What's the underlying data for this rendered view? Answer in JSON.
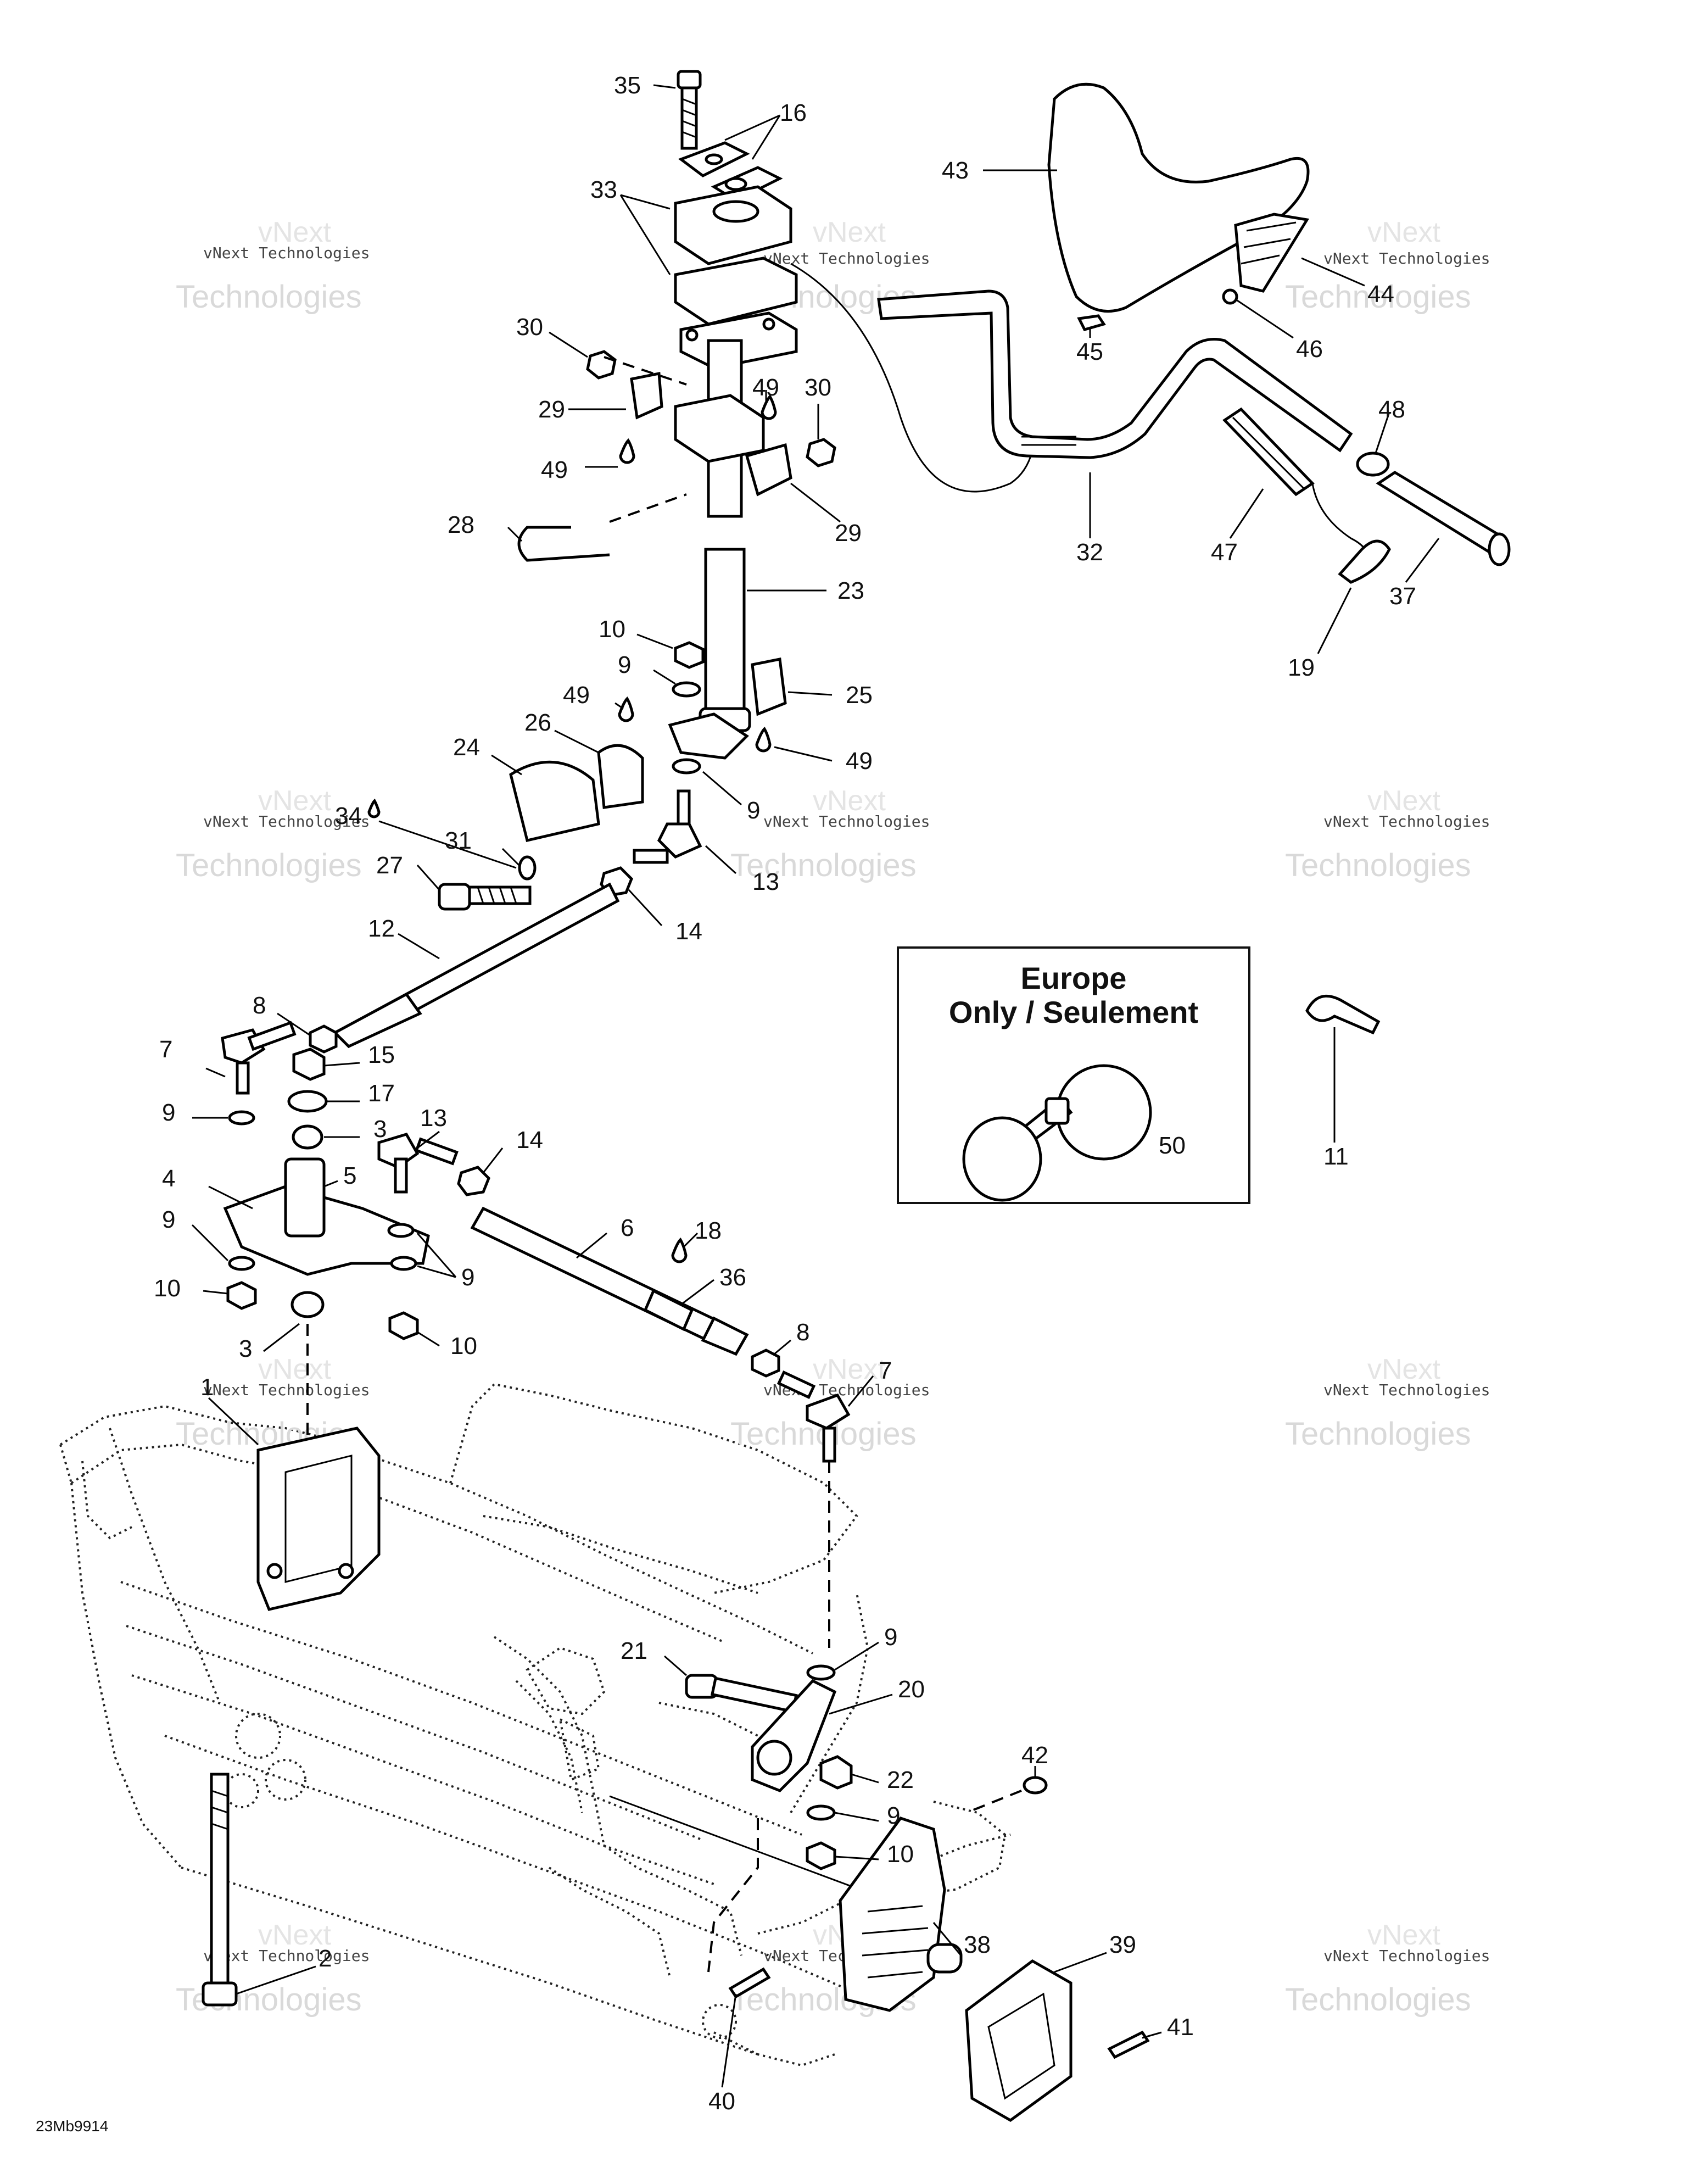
{
  "diagram_code": "23Mb9914",
  "inset_title_line1": "Europe",
  "inset_title_line2": "Only / Seulement",
  "watermark_line1": "vNext Technologies",
  "watermark_line2": "Technologies",
  "watermark_line3": "vNext",
  "callouts": [
    {
      "id": "c35",
      "text": "35"
    },
    {
      "id": "c16",
      "text": "16"
    },
    {
      "id": "c33",
      "text": "33"
    },
    {
      "id": "c43",
      "text": "43"
    },
    {
      "id": "c44",
      "text": "44"
    },
    {
      "id": "c46",
      "text": "46"
    },
    {
      "id": "c45",
      "text": "45"
    },
    {
      "id": "c30a",
      "text": "30"
    },
    {
      "id": "c29a",
      "text": "29"
    },
    {
      "id": "c49a",
      "text": "49"
    },
    {
      "id": "c49b",
      "text": "49"
    },
    {
      "id": "c30b",
      "text": "30"
    },
    {
      "id": "c29b",
      "text": "29"
    },
    {
      "id": "c48",
      "text": "48"
    },
    {
      "id": "c32",
      "text": "32"
    },
    {
      "id": "c47",
      "text": "47"
    },
    {
      "id": "c37",
      "text": "37"
    },
    {
      "id": "c19",
      "text": "19"
    },
    {
      "id": "c28",
      "text": "28"
    },
    {
      "id": "c23",
      "text": "23"
    },
    {
      "id": "c10a",
      "text": "10"
    },
    {
      "id": "c9a",
      "text": "9"
    },
    {
      "id": "c25",
      "text": "25"
    },
    {
      "id": "c49c",
      "text": "49"
    },
    {
      "id": "c26",
      "text": "26"
    },
    {
      "id": "c49d",
      "text": "49"
    },
    {
      "id": "c24",
      "text": "24"
    },
    {
      "id": "c9b",
      "text": "9"
    },
    {
      "id": "c34",
      "text": "34"
    },
    {
      "id": "c31",
      "text": "31"
    },
    {
      "id": "c27",
      "text": "27"
    },
    {
      "id": "c13a",
      "text": "13"
    },
    {
      "id": "c14a",
      "text": "14"
    },
    {
      "id": "c12",
      "text": "12"
    },
    {
      "id": "c8a",
      "text": "8"
    },
    {
      "id": "c7a",
      "text": "7"
    },
    {
      "id": "c15",
      "text": "15"
    },
    {
      "id": "c17",
      "text": "17"
    },
    {
      "id": "c3a",
      "text": "3"
    },
    {
      "id": "c9c",
      "text": "9"
    },
    {
      "id": "c4",
      "text": "4"
    },
    {
      "id": "c5",
      "text": "5"
    },
    {
      "id": "c13b",
      "text": "13"
    },
    {
      "id": "c14b",
      "text": "14"
    },
    {
      "id": "c9d",
      "text": "9"
    },
    {
      "id": "c6",
      "text": "6"
    },
    {
      "id": "c18",
      "text": "18"
    },
    {
      "id": "c10b",
      "text": "10"
    },
    {
      "id": "c9e",
      "text": "9"
    },
    {
      "id": "c36",
      "text": "36"
    },
    {
      "id": "c3b",
      "text": "3"
    },
    {
      "id": "c10c",
      "text": "10"
    },
    {
      "id": "c8b",
      "text": "8"
    },
    {
      "id": "c7b",
      "text": "7"
    },
    {
      "id": "c1",
      "text": "1"
    },
    {
      "id": "c50",
      "text": "50"
    },
    {
      "id": "c11",
      "text": "11"
    },
    {
      "id": "c21",
      "text": "21"
    },
    {
      "id": "c9f",
      "text": "9"
    },
    {
      "id": "c20",
      "text": "20"
    },
    {
      "id": "c22",
      "text": "22"
    },
    {
      "id": "c9g",
      "text": "9"
    },
    {
      "id": "c10d",
      "text": "10"
    },
    {
      "id": "c42",
      "text": "42"
    },
    {
      "id": "c38",
      "text": "38"
    },
    {
      "id": "c39",
      "text": "39"
    },
    {
      "id": "c2",
      "text": "2"
    },
    {
      "id": "c41",
      "text": "41"
    },
    {
      "id": "c40",
      "text": "40"
    }
  ]
}
